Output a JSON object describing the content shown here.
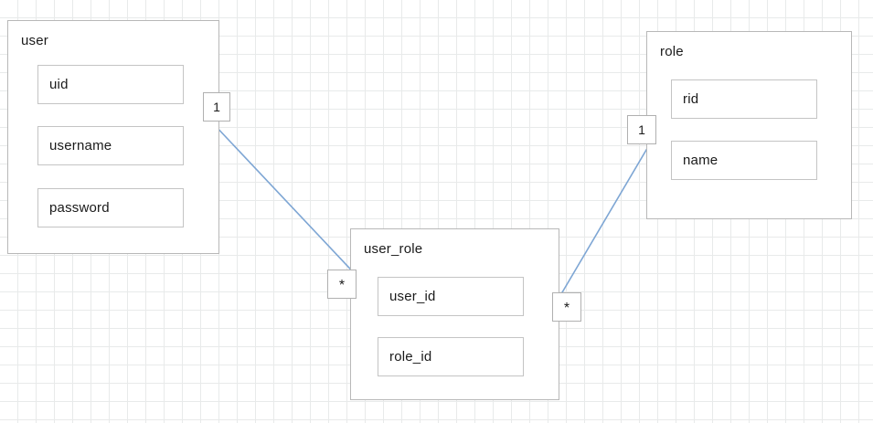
{
  "diagram": {
    "type": "entity-relationship-diagram",
    "background": "#ffffff",
    "grid_color": "#e8eaea",
    "connector_color": "#7ea6d4",
    "box_border_color": "#b8b8b8",
    "text_color": "#1a1a1a"
  },
  "entities": [
    {
      "name": "user",
      "title": "user",
      "attributes": [
        {
          "name": "uid",
          "label": "uid"
        },
        {
          "name": "username",
          "label": "username"
        },
        {
          "name": "password",
          "label": "password"
        }
      ]
    },
    {
      "name": "user_role",
      "title": "user_role",
      "attributes": [
        {
          "name": "user_id",
          "label": "user_id"
        },
        {
          "name": "role_id",
          "label": "role_id"
        }
      ]
    },
    {
      "name": "role",
      "title": "role",
      "attributes": [
        {
          "name": "rid",
          "label": "rid"
        },
        {
          "name": "name",
          "label": "name"
        }
      ]
    }
  ],
  "relationships": [
    {
      "name": "user-to-user_role",
      "from": "user.uid",
      "to": "user_role.user_id",
      "from_cardinality": "1",
      "to_cardinality": "*"
    },
    {
      "name": "role-to-user_role",
      "from": "role.rid",
      "to": "user_role.role_id",
      "from_cardinality": "1",
      "to_cardinality": "*"
    }
  ],
  "markers": {
    "user_side_one": "1",
    "user_role_left_many": "*",
    "role_side_one": "1",
    "user_role_right_many": "*"
  }
}
